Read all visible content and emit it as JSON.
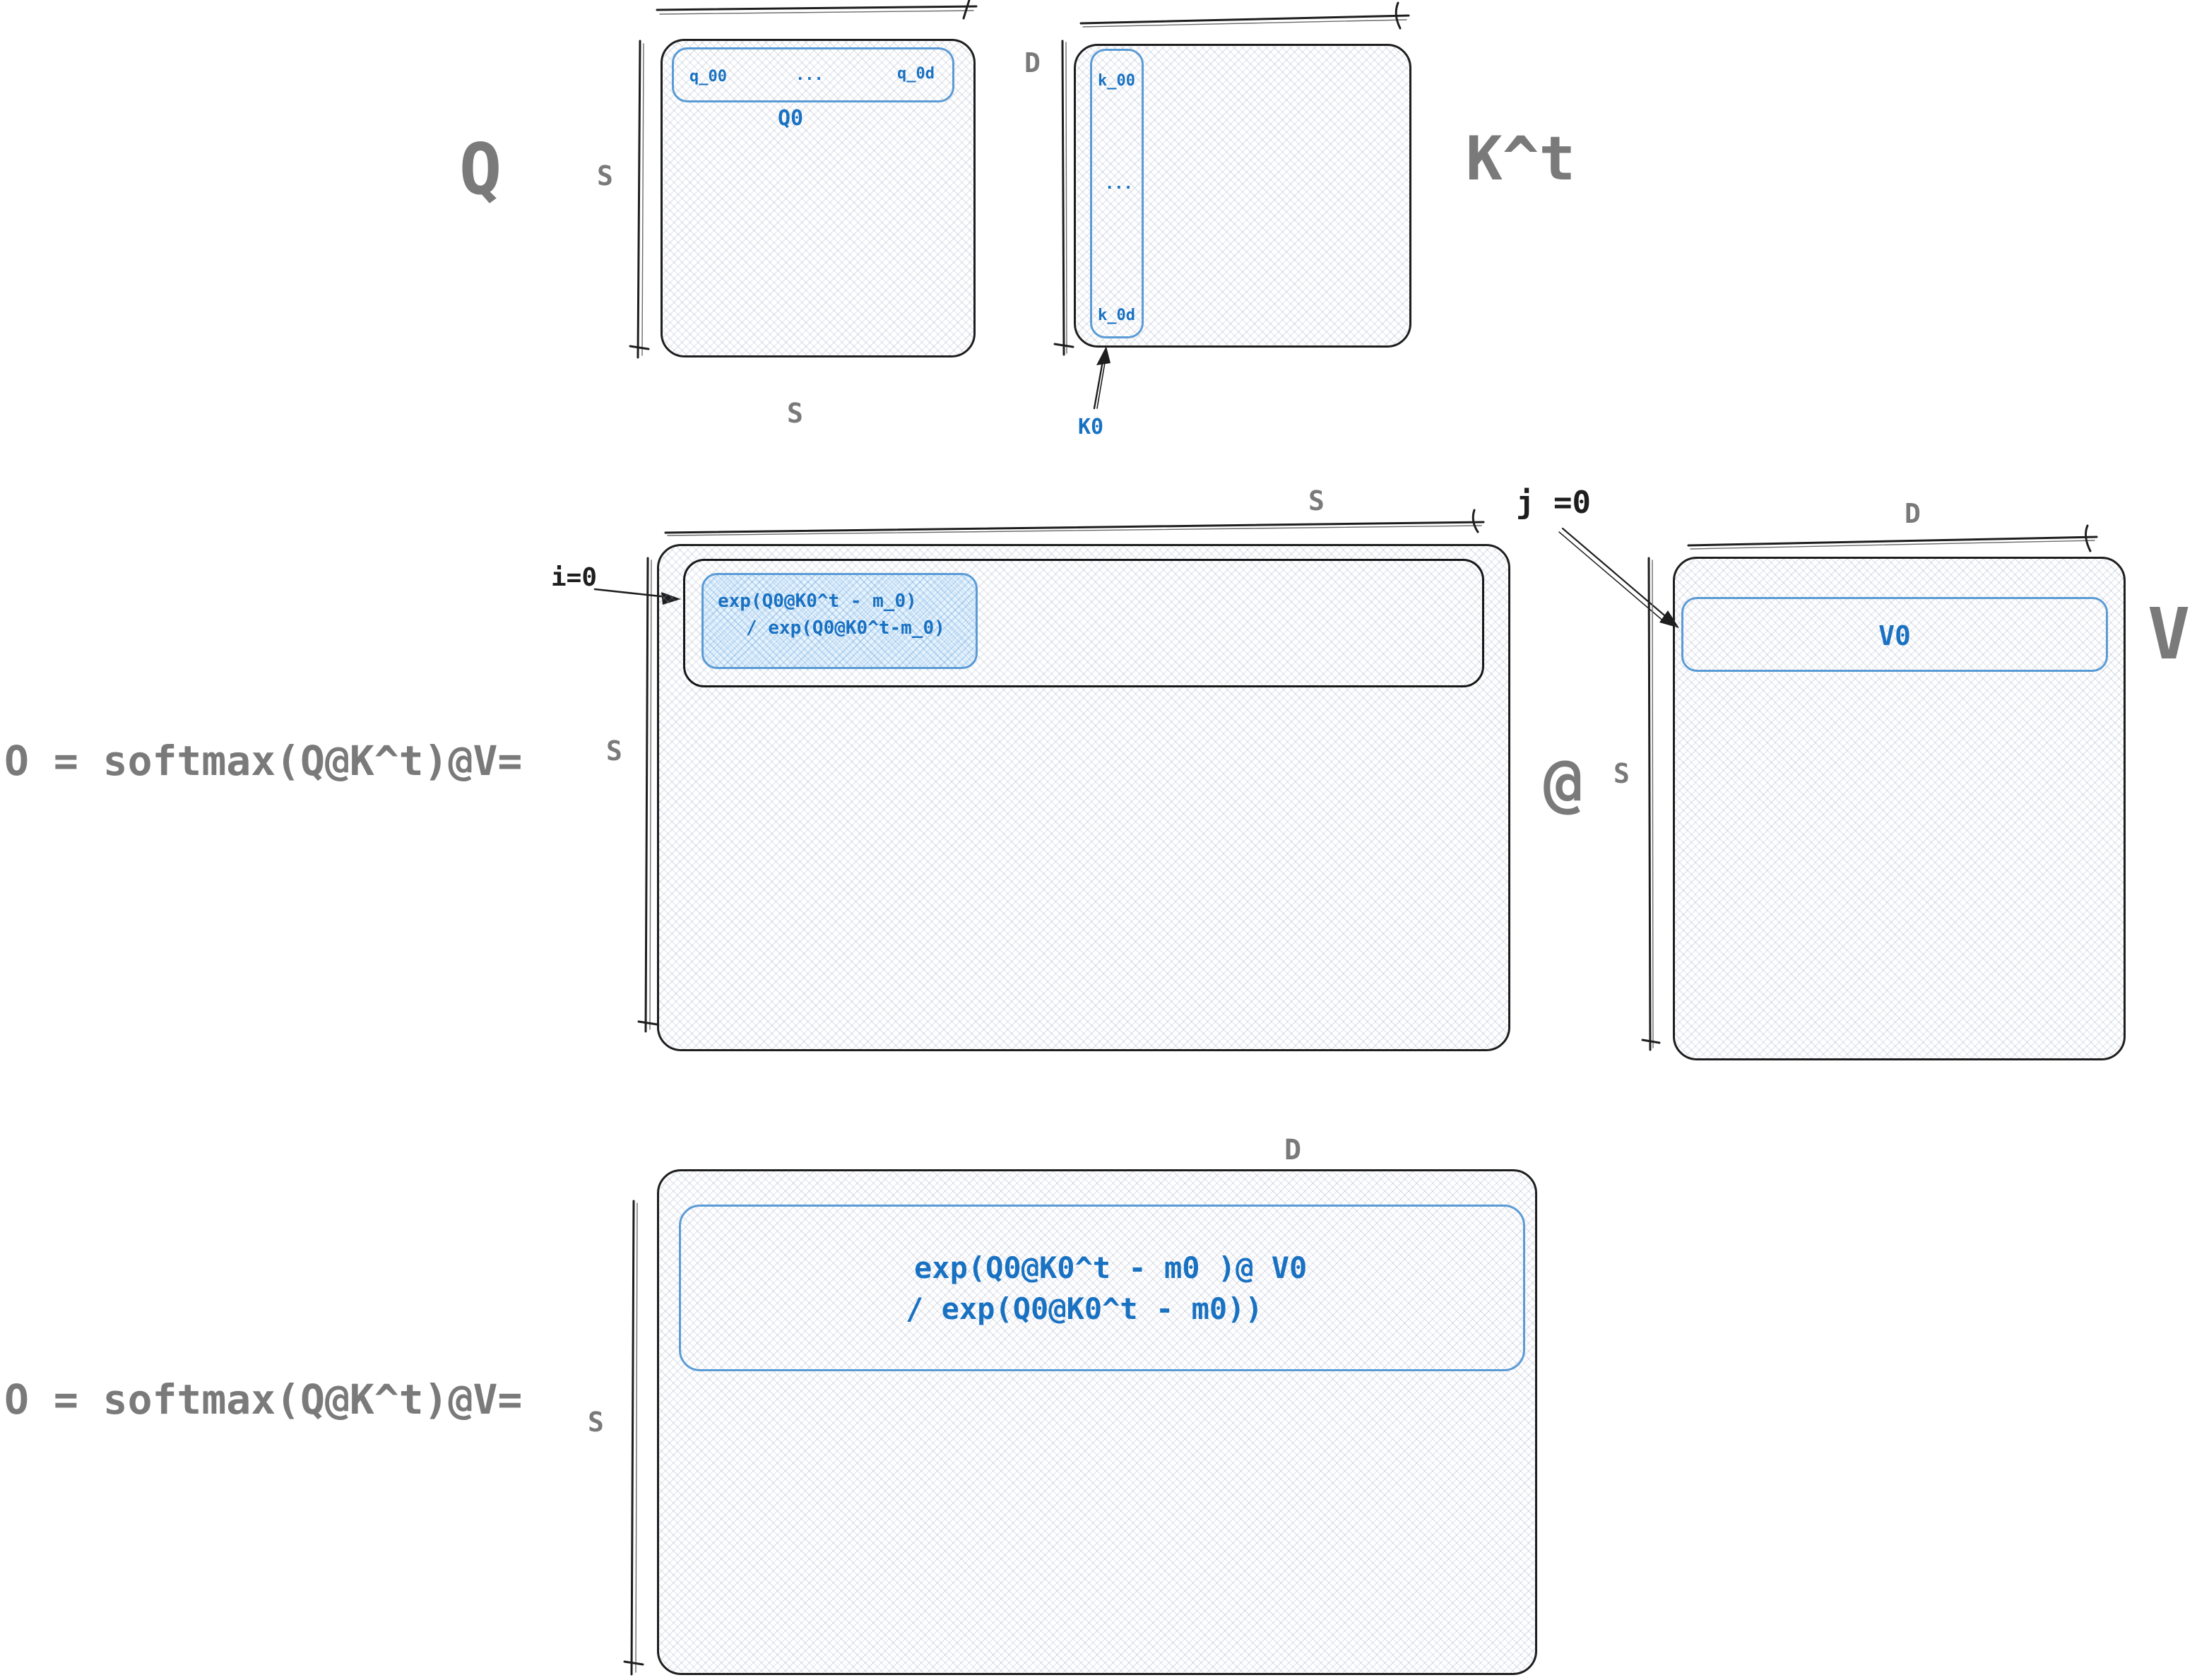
{
  "colors": {
    "ink": "#1e1e1e",
    "muted_gray": "#7a7a7a",
    "blue_text": "#1971c2",
    "blue_border": "#5b9bd5"
  },
  "top": {
    "q": {
      "title": "Q",
      "side_dim": "S",
      "bottom_dim": "S",
      "row_label": "Q0",
      "cell_first": "q_00",
      "cell_mid": "...",
      "cell_last": "q_0d"
    },
    "kt": {
      "title": "K^t",
      "side_dim": "D",
      "col_label": "K0",
      "cell_first": "k_00",
      "cell_mid": "...",
      "cell_last": "k_0d"
    }
  },
  "middle": {
    "equation": "O = softmax(Q@K^t)@V=",
    "eq_dim": "S",
    "attn": {
      "top_dim": "S",
      "row_pointer": "i=0",
      "formula_line1": "exp(Q0@K0^t - m_0)",
      "formula_line2": "/ exp(Q0@K0^t-m_0)"
    },
    "at_symbol": "@",
    "at_dim": "S",
    "v": {
      "title": "V",
      "top_dim": "D",
      "col_pointer": "j =0",
      "row_label": "V0"
    }
  },
  "bottom": {
    "equation": "O = softmax(Q@K^t)@V=",
    "out": {
      "top_dim": "D",
      "side_dim": "S",
      "formula_line1": "exp(Q0@K0^t - m0 )@ V0",
      "formula_line2": "/ exp(Q0@K0^t - m0))"
    }
  }
}
